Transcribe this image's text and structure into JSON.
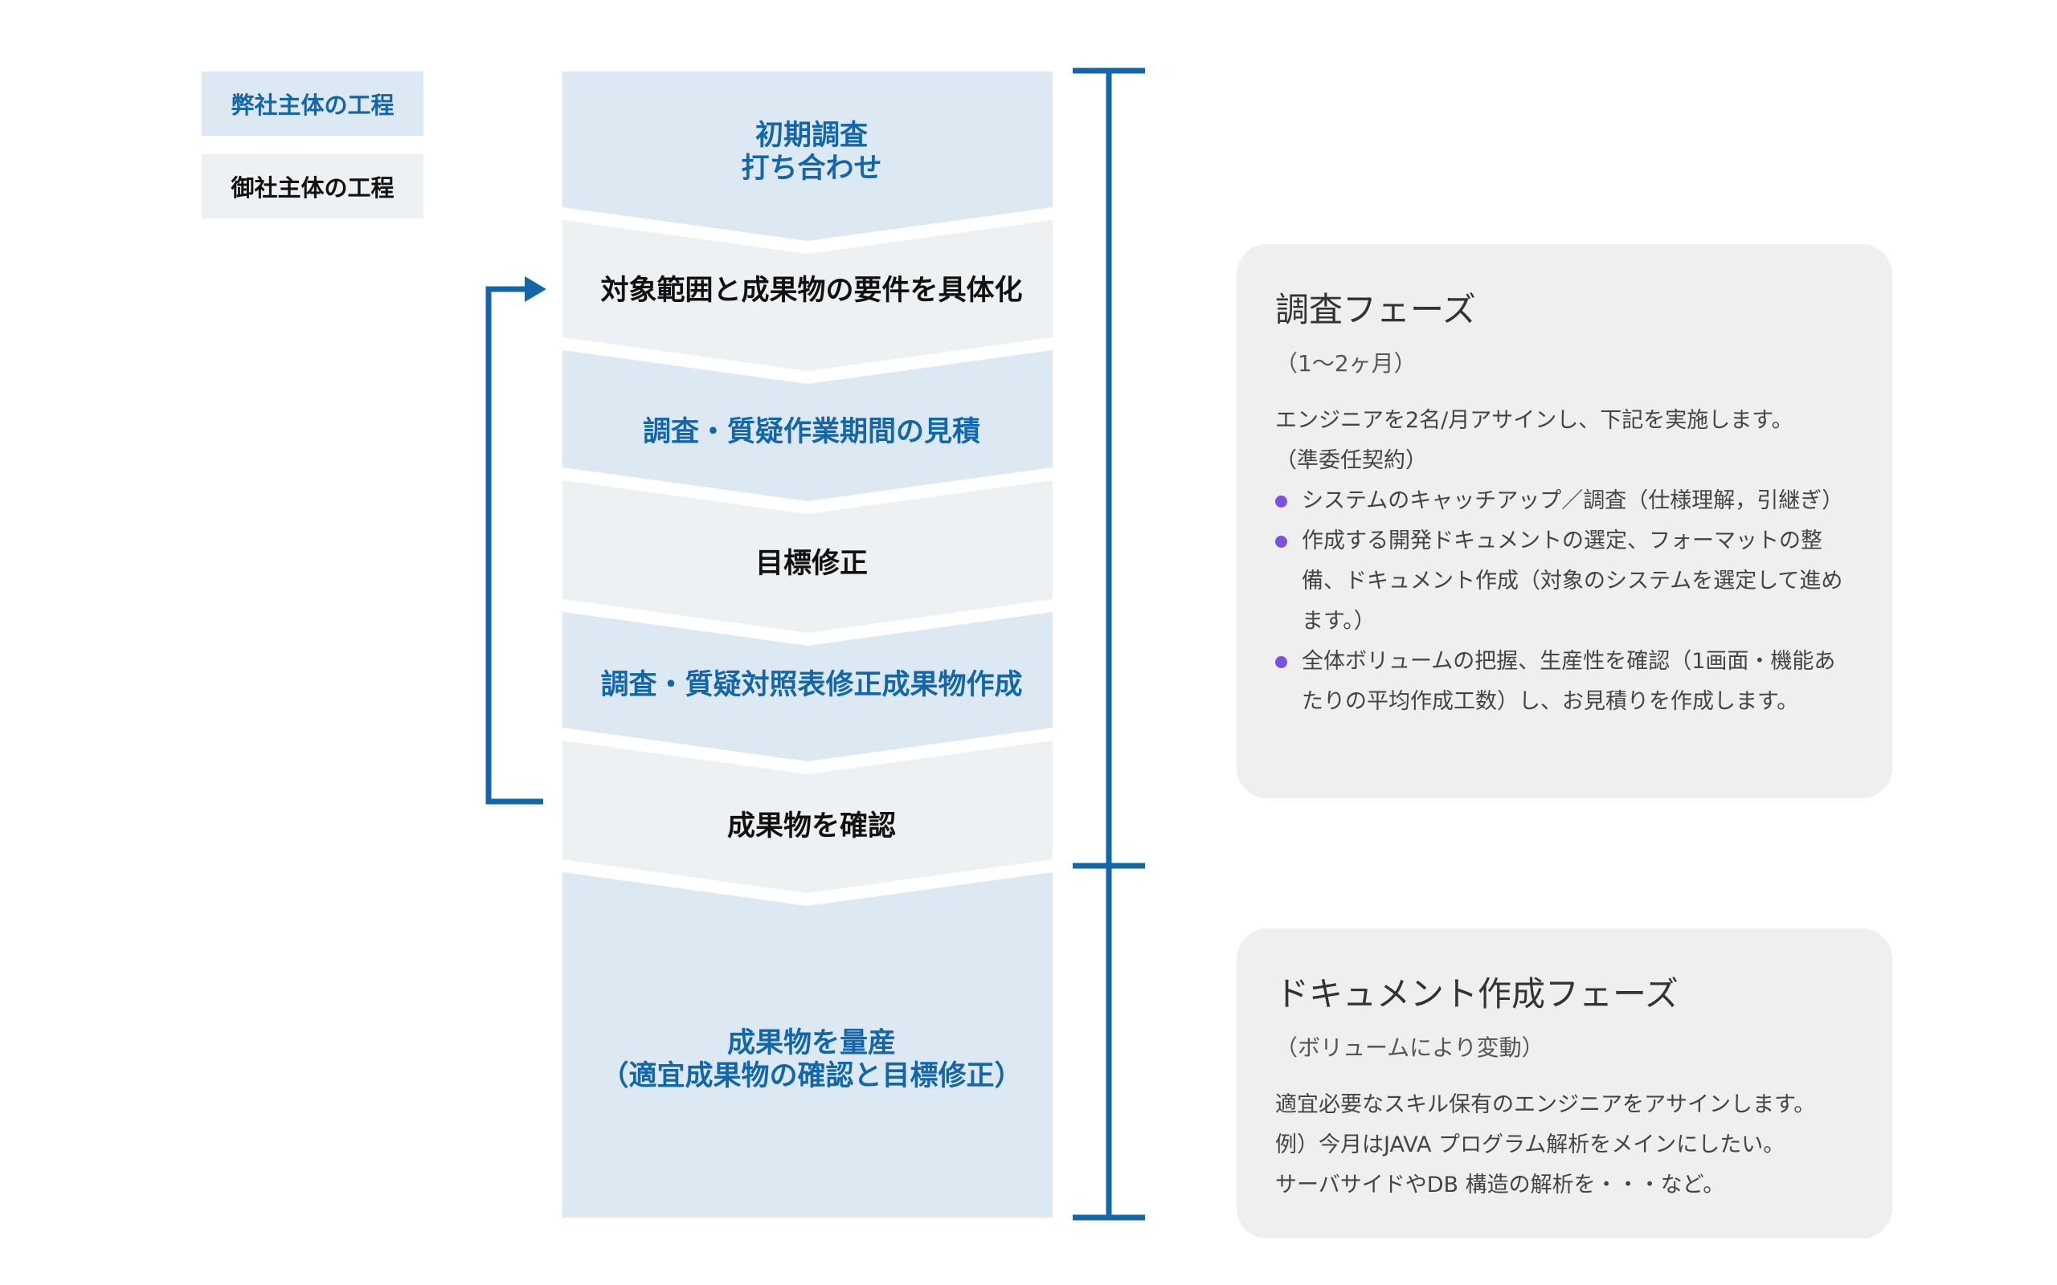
{
  "legend": {
    "ours": "弊社主体の工程",
    "yours": "御社主体の工程"
  },
  "steps": [
    {
      "owner": "ours",
      "lines": [
        "初期調査",
        "打ち合わせ"
      ]
    },
    {
      "owner": "yours",
      "lines": [
        "対象範囲と成果物の要件を具体化"
      ]
    },
    {
      "owner": "ours",
      "lines": [
        "調査・質疑作業期間の見積"
      ]
    },
    {
      "owner": "yours",
      "lines": [
        "目標修正"
      ]
    },
    {
      "owner": "ours",
      "lines": [
        "調査・質疑対照表修正成果物作成"
      ]
    },
    {
      "owner": "yours",
      "lines": [
        "成果物を確認"
      ]
    },
    {
      "owner": "ours",
      "lines": [
        "成果物を量産",
        "（適宜成果物の確認と目標修正）"
      ]
    }
  ],
  "phases": [
    {
      "title": "調査フェーズ",
      "subtitle": "（1〜2ヶ月）",
      "intro": [
        "エンジニアを2名/月アサインし、下記を実施します。",
        "（準委任契約）"
      ],
      "bullets": [
        "システムのキャッチアップ／調査（仕様理解，引継ぎ）",
        "作成する開発ドキュメントの選定、フォーマットの整備、ドキュメント作成（対象のシステムを選定して進めます。）",
        "全体ボリュームの把握、生産性を確認（1画面・機能あたりの平均作成工数）し、お見積りを作成します。"
      ]
    },
    {
      "title": "ドキュメント作成フェーズ",
      "subtitle": "（ボリュームにより変動）",
      "intro": [
        "適宜必要なスキル保有のエンジニアをアサインします。",
        "例）今月はJAVA プログラム解析をメインにしたい。",
        "サーバサイドやDB 構造の解析を・・・など。"
      ],
      "bullets": []
    }
  ],
  "colors": {
    "ours_fill": "#dde9f2",
    "yours_fill": "#eef1f4",
    "ours_text": "#1466aa",
    "yours_text": "#111111",
    "bracket": "#1466aa",
    "bullet": "#7b52e0",
    "card_bg": "#efefef"
  },
  "icons": {
    "loop_arrow": "arrow-right",
    "phase_bracket": "vertical-bracket"
  }
}
